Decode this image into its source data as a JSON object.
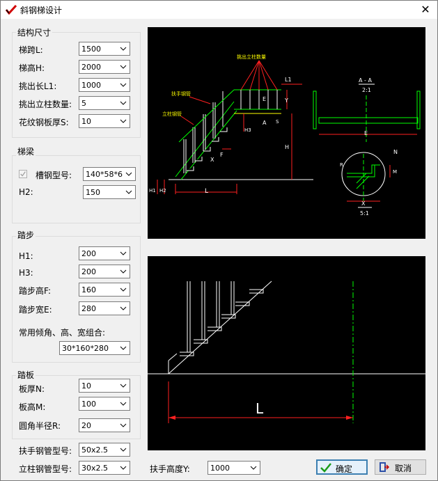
{
  "window": {
    "title": "斜钢梯设计"
  },
  "structure": {
    "title": "结构尺寸",
    "fields": [
      {
        "label": "梯跨L:",
        "value": "1500"
      },
      {
        "label": "梯高H:",
        "value": "2000"
      },
      {
        "label": "挑出长L1:",
        "value": "1000"
      },
      {
        "label": "挑出立柱数量:",
        "value": "5"
      },
      {
        "label": "花纹钢板厚S:",
        "value": "10"
      }
    ]
  },
  "beam": {
    "title": "梯梁",
    "channel_label": "槽钢型号:",
    "channel_value": "140*58*6",
    "channel_checked": true,
    "h2_label": "H2:",
    "h2_value": "150"
  },
  "step": {
    "title": "踏步",
    "fields": [
      {
        "label": "H1:",
        "value": "200"
      },
      {
        "label": "H3:",
        "value": "200"
      },
      {
        "label": "踏步高F:",
        "value": "160"
      },
      {
        "label": "踏步宽E:",
        "value": "280"
      }
    ],
    "combo_label": "常用倾角、高、宽组合:",
    "combo_value": "30*160*280"
  },
  "plate": {
    "title": "踏板",
    "fields": [
      {
        "label": "板厚N:",
        "value": "10"
      },
      {
        "label": "板高M:",
        "value": "100"
      },
      {
        "label": "圆角半径R:",
        "value": "20"
      }
    ]
  },
  "bottom": {
    "handrail_pipe_label": "扶手钢管型号:",
    "handrail_pipe_value": "50x2.5",
    "post_pipe_label": "立柱钢管型号:",
    "post_pipe_value": "30x2.5",
    "handrail_height_label": "扶手高度Y:",
    "handrail_height_value": "1000"
  },
  "buttons": {
    "ok": "确定",
    "cancel": "取消"
  },
  "drawing_top": {
    "label_posts": "挑出立柱数量",
    "label_handrail": "扶手钢管",
    "label_column": "立柱钢管",
    "label_L": "L",
    "label_L1": "L1",
    "label_Y": "Y",
    "label_H": "H",
    "label_H3": "H3",
    "label_S": "S",
    "label_X": "X",
    "label_F": "F",
    "label_E": "E",
    "label_A": "A",
    "label_H1": "H1",
    "label_H2": "H2",
    "section_title": "A - A",
    "section_scale": "2:1",
    "detail_N": "N",
    "detail_M": "M",
    "detail_R": "R",
    "detail_X": "X",
    "detail_scale": "5:1"
  },
  "drawing_bottom": {
    "label_L": "L"
  },
  "colors": {
    "cad_green": "#00ff00",
    "cad_red": "#ff2020",
    "cad_yellow": "#ffff00",
    "cad_white": "#ffffff",
    "cad_bg": "#000000"
  }
}
